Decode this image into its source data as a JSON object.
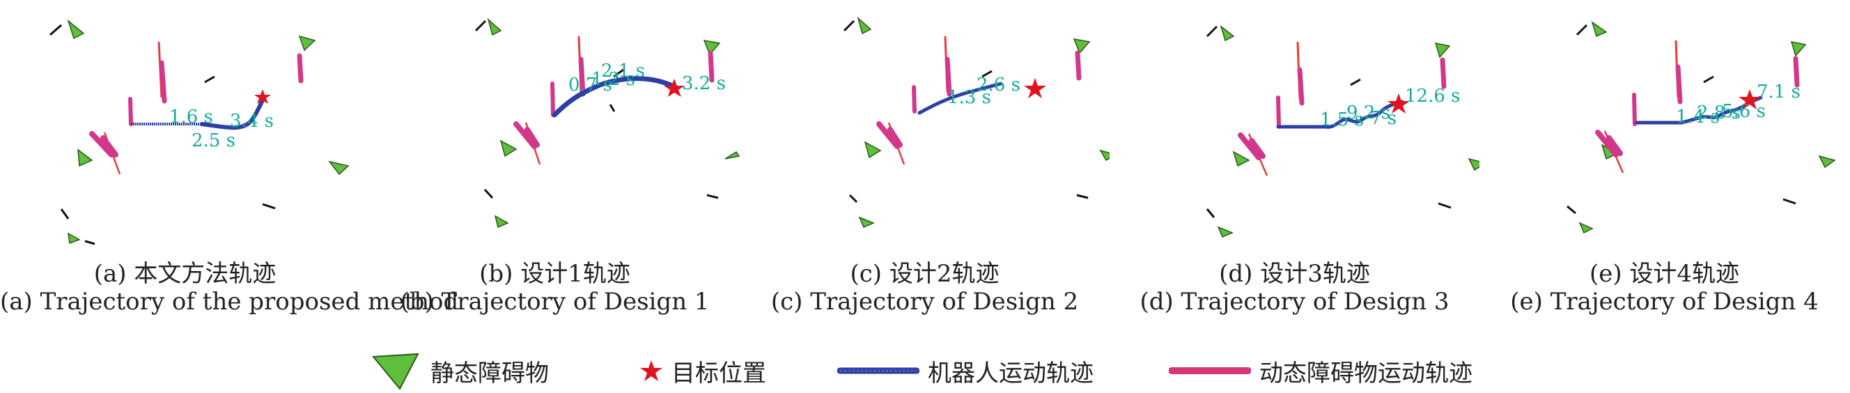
{
  "panels": [
    {
      "id": "a",
      "caption_zh": "(a) 本文方法轨迹",
      "caption_en": "(a) Trajectory of the proposed method",
      "time_labels": [
        "1.6 s",
        "2.5 s",
        "3.4 s"
      ]
    },
    {
      "id": "b",
      "caption_zh": "(b) 设计1轨迹",
      "caption_en": "(b) Trajectory of Design 1",
      "time_labels": [
        "0.7 s",
        "1.2 s",
        "2.1 s",
        "3.2 s"
      ]
    },
    {
      "id": "c",
      "caption_zh": "(c) 设计2轨迹",
      "caption_en": "(c) Trajectory of Design 2",
      "time_labels": [
        "1.3 s",
        "2.6 s"
      ]
    },
    {
      "id": "d",
      "caption_zh": "(d) 设计3轨迹",
      "caption_en": "(d) Trajectory of Design 3",
      "time_labels": [
        "1.5 s",
        "9.2 s",
        "7 s",
        "12.6 s"
      ]
    },
    {
      "id": "e",
      "caption_zh": "(e) 设计4轨迹",
      "caption_en": "(e) Trajectory of Design 4",
      "time_labels": [
        "1.4 s",
        "2.8 s",
        "5.6 s",
        "7.1 s"
      ]
    }
  ],
  "legend": {
    "static_obstacle": "静态障碍物",
    "goal": "目标位置",
    "robot_trajectory": "机器人运动轨迹",
    "dynamic_trajectory": "动态障碍物运动轨迹"
  },
  "colors": {
    "static_fill": "#5fbf3a",
    "goal": "#e0141e",
    "robot": "#2b3fa6",
    "dynamic": "#d2388a",
    "dynamic_line": "#e83a3a",
    "time_label": "#17a99a"
  }
}
